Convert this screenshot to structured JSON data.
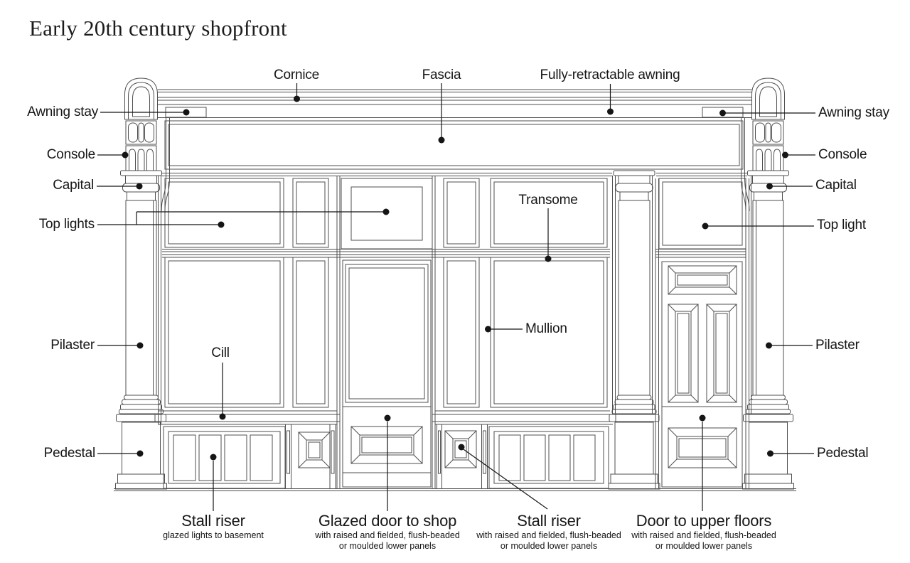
{
  "title": "Early 20th century shopfront",
  "labels": {
    "cornice": "Cornice",
    "fascia": "Fascia",
    "awning": "Fully-retractable awning",
    "awning_stay_left": "Awning stay",
    "awning_stay_right": "Awning stay",
    "console_left": "Console",
    "console_right": "Console",
    "capital_left": "Capital",
    "capital_right": "Capital",
    "top_lights": "Top lights",
    "top_light": "Top light",
    "transome": "Transome",
    "mullion": "Mullion",
    "pilaster_left": "Pilaster",
    "pilaster_right": "Pilaster",
    "cill": "Cill",
    "pedestal_left": "Pedestal",
    "pedestal_right": "Pedestal"
  },
  "callouts": {
    "stall_riser_left": {
      "title": "Stall riser",
      "subtitle": "glazed lights to basement"
    },
    "glazed_door": {
      "title": "Glazed door to shop",
      "subtitle_line1": "with raised and fielded, flush-beaded",
      "subtitle_line2": "or moulded lower panels"
    },
    "stall_riser_right": {
      "title": "Stall riser",
      "subtitle_line1": "with raised and fielded, flush-beaded",
      "subtitle_line2": "or moulded lower panels"
    },
    "door_upper": {
      "title": "Door to upper floors",
      "subtitle_line1": "with raised and fielded, flush-beaded",
      "subtitle_line2": "or moulded lower panels"
    }
  },
  "colors": {
    "background": "#ffffff",
    "line": "#4f4f4f",
    "annotation": "#151515",
    "text": "#161616"
  }
}
